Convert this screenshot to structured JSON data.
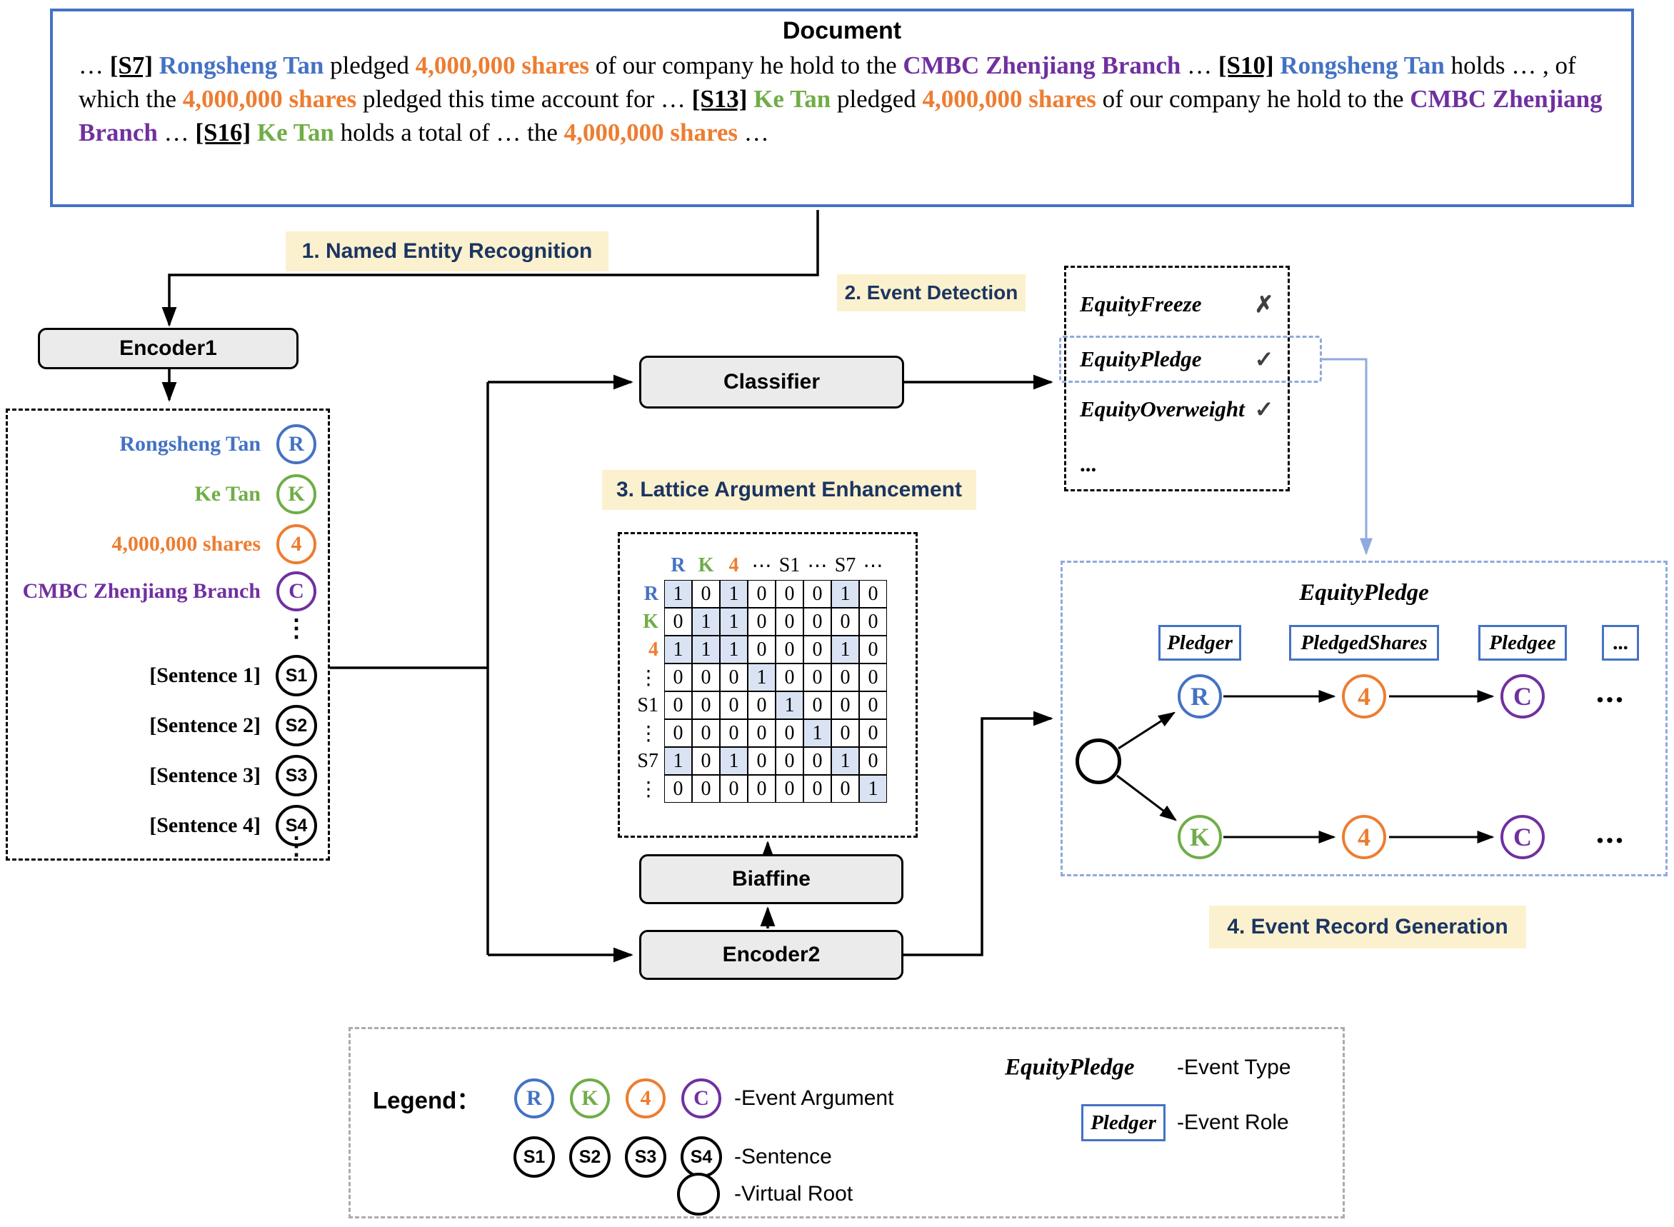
{
  "document": {
    "title": "Document",
    "segments": [
      {
        "t": "… ",
        "c": "k"
      },
      {
        "t": "[S7]",
        "c": "s"
      },
      {
        "t": " ",
        "c": "k"
      },
      {
        "t": "Rongsheng Tan",
        "c": "b"
      },
      {
        "t": " pledged ",
        "c": "k"
      },
      {
        "t": "4,000,000 shares",
        "c": "o"
      },
      {
        "t": " of our company he hold to the ",
        "c": "k"
      },
      {
        "t": "CMBC Zhenjiang Branch",
        "c": "p"
      },
      {
        "t": " … ",
        "c": "k"
      },
      {
        "t": "[S10]",
        "c": "s"
      },
      {
        "t": " ",
        "c": "k"
      },
      {
        "t": "Rongsheng Tan",
        "c": "b"
      },
      {
        "t": " holds … , of which the ",
        "c": "k"
      },
      {
        "t": "4,000,000 shares",
        "c": "o"
      },
      {
        "t": " pledged this time account for … ",
        "c": "k"
      },
      {
        "t": "[S13]",
        "c": "s"
      },
      {
        "t": " ",
        "c": "k"
      },
      {
        "t": "Ke Tan",
        "c": "g"
      },
      {
        "t": " pledged ",
        "c": "k"
      },
      {
        "t": "4,000,000 shares",
        "c": "o"
      },
      {
        "t": " of our company he hold to the ",
        "c": "k"
      },
      {
        "t": "CMBC Zhenjiang Branch",
        "c": "p"
      },
      {
        "t": " … ",
        "c": "k"
      },
      {
        "t": "[S16]",
        "c": "s"
      },
      {
        "t": " ",
        "c": "k"
      },
      {
        "t": "Ke Tan",
        "c": "g"
      },
      {
        "t": " holds a total of … the ",
        "c": "k"
      },
      {
        "t": "4,000,000 shares",
        "c": "o"
      },
      {
        "t": " …",
        "c": "k"
      }
    ]
  },
  "labels": {
    "step1": "1. Named Entity Recognition",
    "step2": "2. Event Detection",
    "step3": "3. Lattice Argument Enhancement",
    "step4": "4. Event Record Generation"
  },
  "boxes": {
    "encoder1": "Encoder1",
    "classifier": "Classifier",
    "biaffine": "Biaffine",
    "encoder2": "Encoder2"
  },
  "colors": {
    "blue": "#4472C4",
    "green": "#70AD47",
    "orange": "#ED7D31",
    "purple": "#7030A0",
    "navy": "#1B3562",
    "cream": "#FCF1CE",
    "matrix_highlight": "#DAE3F3",
    "record_blue": "#8FAADC"
  },
  "entities": [
    {
      "label": "Rongsheng Tan",
      "symbol": "R",
      "color": "#4472C4"
    },
    {
      "label": "Ke Tan",
      "symbol": "K",
      "color": "#70AD47"
    },
    {
      "label": "4,000,000 shares",
      "symbol": "4",
      "color": "#ED7D31"
    },
    {
      "label": "CMBC Zhenjiang Branch",
      "symbol": "C",
      "color": "#7030A0"
    }
  ],
  "sentences": [
    {
      "label": "[Sentence 1]",
      "symbol": "S1"
    },
    {
      "label": "[Sentence 2]",
      "symbol": "S2"
    },
    {
      "label": "[Sentence 3]",
      "symbol": "S3"
    },
    {
      "label": "[Sentence 4]",
      "symbol": "S4"
    }
  ],
  "ellipsis": {
    "v": "⋮",
    "h": "⋯",
    "dots": "..."
  },
  "event_types": {
    "items": [
      {
        "name": "EquityFreeze",
        "mark": "✗",
        "selected": false
      },
      {
        "name": "EquityPledge",
        "mark": "✓",
        "selected": true
      },
      {
        "name": "EquityOverweight",
        "mark": "✓",
        "selected": false
      },
      {
        "name": "...",
        "mark": "",
        "selected": false
      }
    ]
  },
  "matrix": {
    "col_headers": [
      "R",
      "K",
      "4",
      "⋯",
      "S1",
      "⋯",
      "S7",
      "⋯"
    ],
    "header_colors": [
      "#4472C4",
      "#70AD47",
      "#ED7D31",
      "#000000",
      "#000000",
      "#000000",
      "#000000",
      "#000000"
    ],
    "rows": [
      {
        "label": "R",
        "cells": [
          1,
          0,
          1,
          0,
          0,
          0,
          1,
          0
        ],
        "hl": [
          0,
          2,
          6
        ]
      },
      {
        "label": "K",
        "cells": [
          0,
          1,
          1,
          0,
          0,
          0,
          0,
          0
        ],
        "hl": [
          1,
          2
        ]
      },
      {
        "label": "4",
        "cells": [
          1,
          1,
          1,
          0,
          0,
          0,
          1,
          0
        ],
        "hl": [
          0,
          1,
          2,
          6
        ]
      },
      {
        "label": "⋮",
        "cells": [
          0,
          0,
          0,
          1,
          0,
          0,
          0,
          0
        ],
        "hl": [
          3
        ]
      },
      {
        "label": "S1",
        "cells": [
          0,
          0,
          0,
          0,
          1,
          0,
          0,
          0
        ],
        "hl": [
          4
        ]
      },
      {
        "label": "⋮",
        "cells": [
          0,
          0,
          0,
          0,
          0,
          1,
          0,
          0
        ],
        "hl": [
          5
        ]
      },
      {
        "label": "S7",
        "cells": [
          1,
          0,
          1,
          0,
          0,
          0,
          1,
          0
        ],
        "hl": [
          0,
          2,
          6
        ]
      },
      {
        "label": "⋮",
        "cells": [
          0,
          0,
          0,
          0,
          0,
          0,
          0,
          1
        ],
        "hl": [
          7
        ]
      }
    ]
  },
  "event_record": {
    "title": "EquityPledge",
    "roles": [
      "Pledger",
      "PledgedShares",
      "Pledgee",
      "..."
    ],
    "rows": [
      {
        "nodes": [
          {
            "symbol": "R",
            "color": "#4472C4"
          },
          {
            "symbol": "4",
            "color": "#ED7D31"
          },
          {
            "symbol": "C",
            "color": "#7030A0"
          }
        ],
        "trailing": "..."
      },
      {
        "nodes": [
          {
            "symbol": "K",
            "color": "#70AD47"
          },
          {
            "symbol": "4",
            "color": "#ED7D31"
          },
          {
            "symbol": "C",
            "color": "#7030A0"
          }
        ],
        "trailing": "..."
      }
    ]
  },
  "legend": {
    "title": "Legend：",
    "arg_label": "-Event Argument",
    "sent_label": "-Sentence",
    "root_label": "-Virtual Root",
    "type_example": "EquityPledge",
    "type_label": "-Event Type",
    "role_example": "Pledger",
    "role_label": "-Event Role"
  }
}
